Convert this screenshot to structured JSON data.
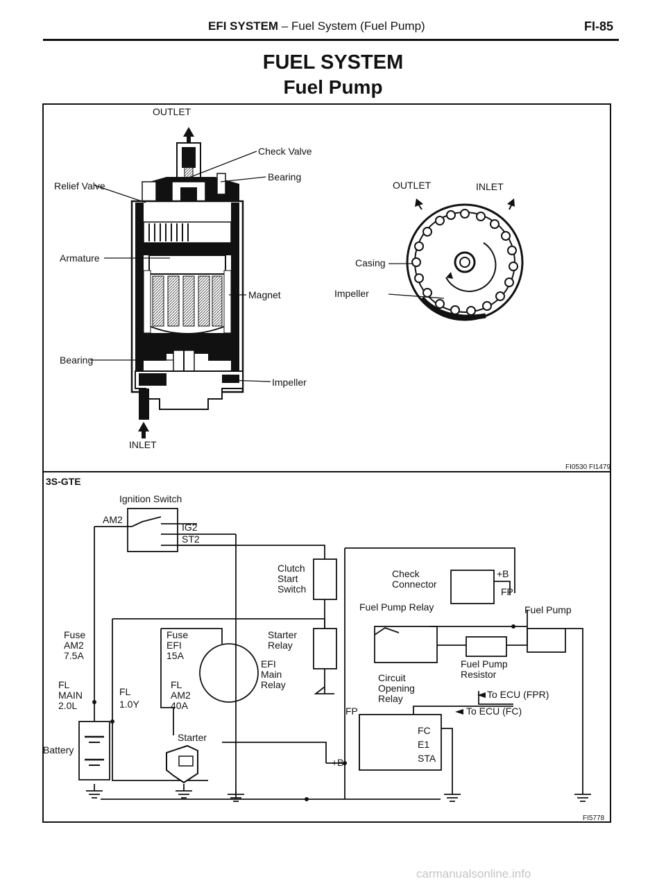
{
  "header": {
    "system": "EFI SYSTEM",
    "dash": " – ",
    "section": "Fuel System (Fuel Pump)",
    "page_number": "FI-85"
  },
  "title": "FUEL SYSTEM",
  "subtitle": "Fuel Pump",
  "pump_cutaway": {
    "outlet": "OUTLET",
    "inlet": "INLET",
    "check_valve": "Check Valve",
    "bearing_top": "Bearing",
    "relief_valve": "Relief Valve",
    "armature": "Armature",
    "magnet": "Magnet",
    "bearing_bottom": "Bearing",
    "impeller": "Impeller"
  },
  "impeller_view": {
    "outlet": "OUTLET",
    "inlet": "INLET",
    "casing": "Casing",
    "impeller": "Impeller"
  },
  "figure_code_top": "FI0530 FI1479",
  "wiring": {
    "engine": "3S-GTE",
    "ignition_switch": "Ignition Switch",
    "am2": "AM2",
    "ig2": "IG2",
    "st2": "ST2",
    "clutch_start_switch": [
      "Clutch",
      "Start",
      "Switch"
    ],
    "starter_relay": [
      "Starter",
      "Relay"
    ],
    "efi_main_relay": [
      "EFI",
      "Main",
      "Relay"
    ],
    "fuse_am2": [
      "Fuse",
      "AM2",
      "7.5A"
    ],
    "fuse_efi": [
      "Fuse",
      "EFI",
      "15A"
    ],
    "fl_main": [
      "FL",
      "MAIN",
      "2.0L"
    ],
    "fl_small": [
      "FL",
      "1.0Y"
    ],
    "fl_am2": [
      "FL",
      "AM2",
      "40A"
    ],
    "battery": "Battery",
    "starter": "Starter",
    "check_connector": [
      "Check",
      "Connector"
    ],
    "plus_b": "+B",
    "fp": "FP",
    "fuel_pump_relay": "Fuel Pump Relay",
    "fuel_pump": "Fuel Pump",
    "fuel_pump_resistor": [
      "Fuel Pump",
      "Resistor"
    ],
    "circuit_opening_relay": [
      "Circuit",
      "Opening",
      "Relay"
    ],
    "to_ecu_fpr": "To ECU (FPR)",
    "to_ecu_fc": "To ECU (FC)",
    "fp_terminal": "FP",
    "plus_b_terminal": "+B",
    "fc": "FC",
    "e1": "E1",
    "sta": "STA"
  },
  "figure_code_bottom": "FI5778",
  "watermark": "carmanualsonline.info"
}
